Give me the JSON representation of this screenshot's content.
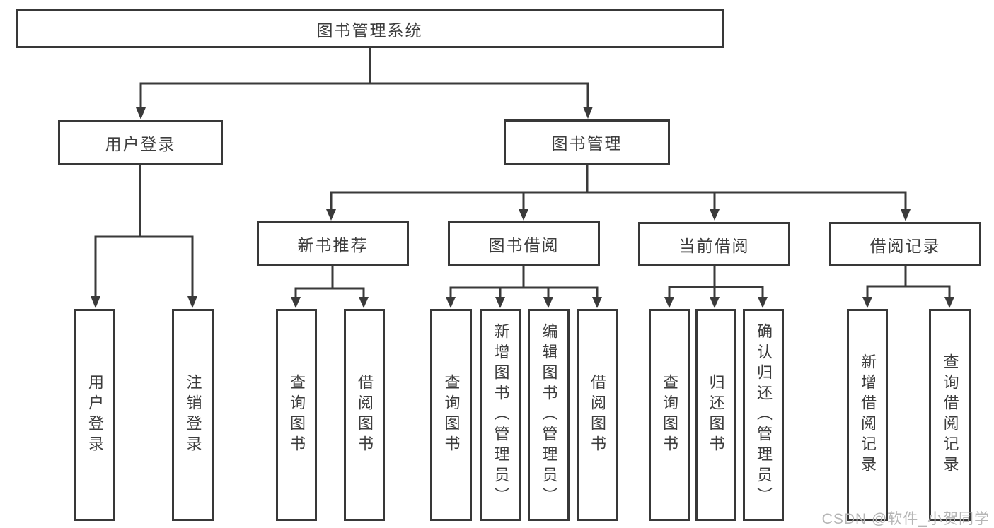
{
  "diagram": {
    "type": "tree",
    "colors": {
      "background": "#ffffff",
      "line": "#3a3a3a",
      "box_border": "#383838",
      "text": "#3d3d3d",
      "watermark": "#b5b5b5"
    },
    "root": {
      "label": "图书管理系统"
    },
    "level2": [
      {
        "label": "用户登录",
        "parent": "图书管理系统"
      },
      {
        "label": "图书管理",
        "parent": "图书管理系统"
      }
    ],
    "level3": [
      {
        "label": "新书推荐",
        "parent": "图书管理"
      },
      {
        "label": "图书借阅",
        "parent": "图书管理"
      },
      {
        "label": "当前借阅",
        "parent": "图书管理"
      },
      {
        "label": "借阅记录",
        "parent": "图书管理"
      }
    ],
    "leaves": [
      {
        "label": "用户登录",
        "parent": "用户登录"
      },
      {
        "label": "注销登录",
        "parent": "用户登录"
      },
      {
        "label": "查询图书",
        "parent": "新书推荐"
      },
      {
        "label": "借阅图书",
        "parent": "新书推荐"
      },
      {
        "label": "查询图书",
        "parent": "图书借阅"
      },
      {
        "label": "新增图书（管理员）",
        "parent": "图书借阅"
      },
      {
        "label": "编辑图书（管理员）",
        "parent": "图书借阅"
      },
      {
        "label": "借阅图书",
        "parent": "图书借阅"
      },
      {
        "label": "查询图书",
        "parent": "当前借阅"
      },
      {
        "label": "归还图书",
        "parent": "当前借阅"
      },
      {
        "label": "确认归还（管理员）",
        "parent": "当前借阅"
      },
      {
        "label": "新增借阅记录",
        "parent": "借阅记录"
      },
      {
        "label": "查询借阅记录",
        "parent": "借阅记录"
      }
    ]
  },
  "watermark": {
    "text": "CSDN @软件_小贺同学"
  }
}
